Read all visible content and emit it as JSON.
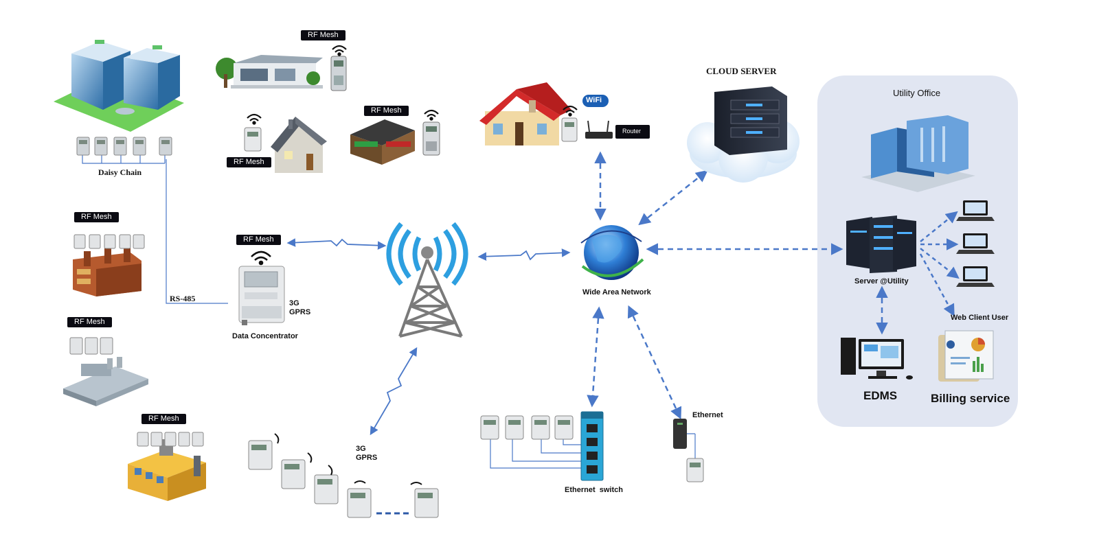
{
  "labels": {
    "daisy_chain": "Daisy Chain",
    "rs485": "RS-485",
    "data_concentrator": "Data Concentrator",
    "gprs_1": "3G\nGPRS",
    "gprs_2": "3G\nGPRS",
    "cloud_server": "CLOUD SERVER",
    "router": "Router",
    "wifi": "WiFi",
    "wan": "Wide Area Network",
    "ethernet_switch": "Ethernet  switch",
    "ethernet": "Ethernet",
    "utility_office": "Utility Office",
    "server_utility": "Server @Utility",
    "web_client_user": "Web Client User",
    "edms": "EDMS",
    "billing_service": "Billing service"
  },
  "tags": {
    "rf_mesh": "RF Mesh"
  },
  "colors": {
    "link_blue": "#4a78c8",
    "panel_bg": "#e1e6f2",
    "tag_bg": "#0b0b12",
    "tower_blue": "#2d9fe0",
    "meter_gray": "#cfd4d8"
  },
  "icons": [
    "office-tower-icon",
    "villa-icon",
    "house-icon",
    "shop-icon",
    "red-roof-house-icon",
    "factory-icon",
    "warehouse-icon",
    "industrial-building-icon",
    "smart-meter-icon",
    "cell-tower-icon",
    "globe-icon",
    "cloud-server-icon",
    "server-rack-icon",
    "laptop-icon",
    "desktop-computer-icon",
    "billing-document-icon",
    "router-icon",
    "ethernet-switch-icon",
    "modem-icon",
    "wifi-signal-icon"
  ]
}
